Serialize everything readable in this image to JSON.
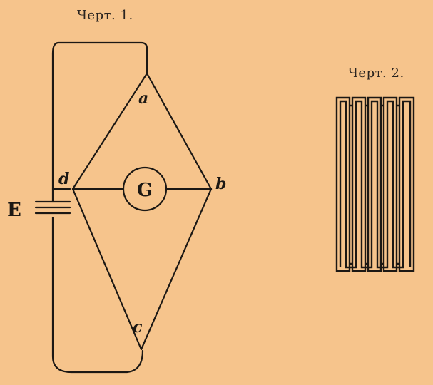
{
  "figure1": {
    "caption": "Черт. 1.",
    "labels": {
      "a": "a",
      "b": "b",
      "c": "c",
      "d": "d",
      "G": "G",
      "E": "E"
    }
  },
  "figure2": {
    "caption": "Черт. 2."
  },
  "colors": {
    "background": "#f6c48c",
    "ink": "#1c1814"
  }
}
